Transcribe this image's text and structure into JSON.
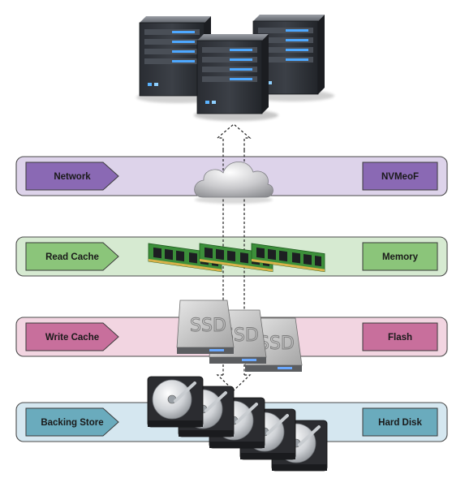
{
  "layers": [
    {
      "left_label": "Network",
      "right_label": "NVMeoF",
      "colors": {
        "band": "#ddd3ea",
        "tag": "#8a69b4"
      }
    },
    {
      "left_label": "Read Cache",
      "right_label": "Memory",
      "colors": {
        "band": "#d6ead1",
        "tag": "#8bc57a"
      }
    },
    {
      "left_label": "Write Cache",
      "right_label": "Flash",
      "colors": {
        "band": "#f2d5e1",
        "tag": "#c86f9c"
      }
    },
    {
      "left_label": "Backing Store",
      "right_label": "Hard Disk",
      "colors": {
        "band": "#d5e7f0",
        "tag": "#6aabbd"
      }
    }
  ],
  "icons": [
    "server-icon",
    "cloud-icon",
    "memory-module-icon",
    "ssd-icon",
    "hard-disk-icon"
  ],
  "ssd_label": "SSD"
}
